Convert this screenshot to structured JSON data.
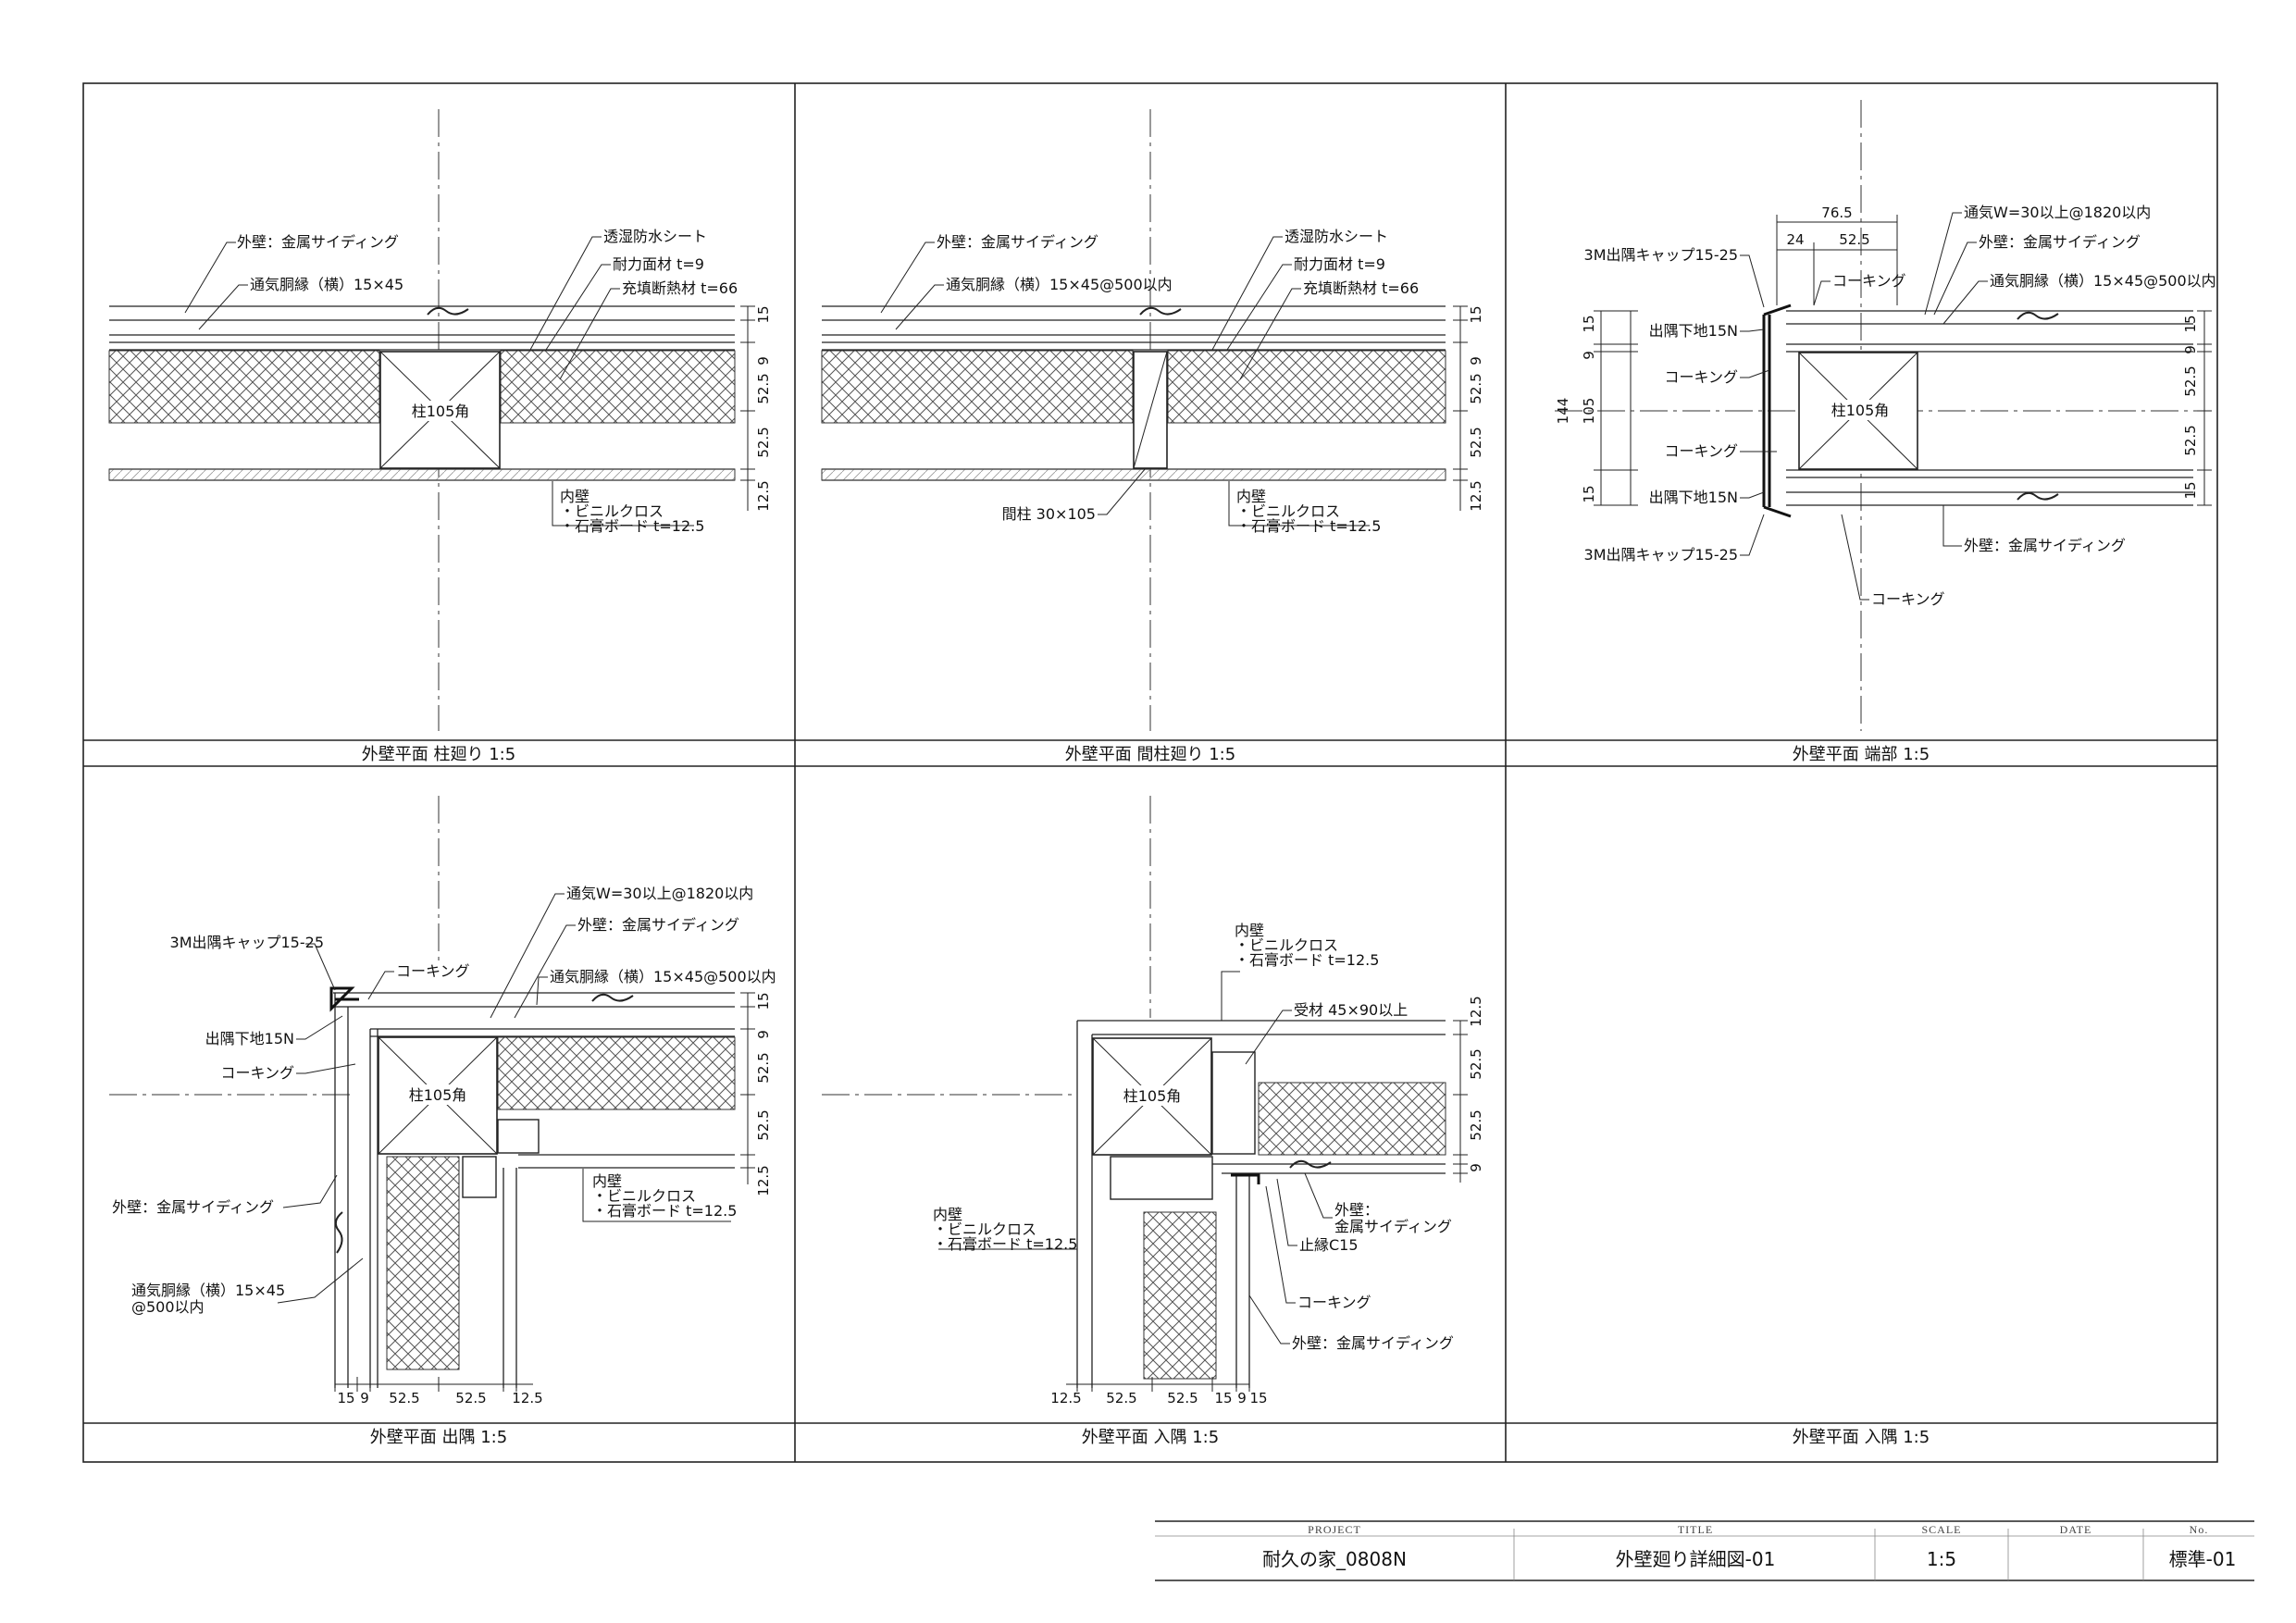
{
  "panels": [
    {
      "caption": "外壁平面 柱廻り 1:5",
      "labels": [
        "外壁：金属サイディング",
        "通気胴縁（横）15×45",
        "透湿防水シート",
        "耐力面材 t=9",
        "充填断熱材 t=66",
        "柱105角",
        "内壁",
        "・ビニルクロス",
        "・石膏ボード t=12.5"
      ],
      "dims": [
        "15",
        "9",
        "52.5",
        "52.5",
        "12.5"
      ]
    },
    {
      "caption": "外壁平面 間柱廻り 1:5",
      "labels": [
        "外壁：金属サイディング",
        "通気胴縁（横）15×45@500以内",
        "透湿防水シート",
        "耐力面材 t=9",
        "充填断熱材 t=66",
        "間柱 30×105",
        "内壁",
        "・ビニルクロス",
        "・石膏ボード t=12.5"
      ],
      "dims": [
        "15",
        "9",
        "52.5",
        "52.5",
        "12.5"
      ]
    },
    {
      "caption": "外壁平面 端部 1:5",
      "labels": [
        "3M出隅キャップ15-25",
        "出隅下地15N",
        "コーキング",
        "コーキング",
        "出隅下地15N",
        "3M出隅キャップ15-25",
        "コーキング",
        "コーキング",
        "通気W=30以上@1820以内",
        "外壁：金属サイディング",
        "通気胴縁（横）15×45@500以内",
        "柱105角",
        "外壁：金属サイディング"
      ],
      "dims": [
        "76.5",
        "24",
        "52.5",
        "15",
        "9",
        "144",
        "105",
        "15",
        "15",
        "9",
        "52.5",
        "52.5",
        "15"
      ]
    },
    {
      "caption": "外壁平面 出隅 1:5",
      "labels": [
        "3M出隅キャップ15-25",
        "コーキング",
        "出隅下地15N",
        "コーキング",
        "通気W=30以上@1820以内",
        "外壁：金属サイディング",
        "通気胴縁（横）15×45@500以内",
        "柱105角",
        "内壁",
        "・ビニルクロス",
        "・石膏ボード t=12.5",
        "外壁：金属サイディング",
        "通気胴縁（横）15×45",
        "@500以内"
      ],
      "dims": [
        "15",
        "9",
        "52.5",
        "52.5",
        "12.5",
        "15",
        "9",
        "52.5",
        "52.5",
        "12.5"
      ]
    },
    {
      "caption": "外壁平面 入隅 1:5",
      "labels": [
        "内壁",
        "・ビニルクロス",
        "・石膏ボード t=12.5",
        "受材 45×90以上",
        "柱105角",
        "内壁",
        "・ビニルクロス",
        "・石膏ボード t=12.5",
        "外壁：",
        "金属サイディング",
        "止縁C15",
        "コーキング",
        "外壁：金属サイディング"
      ],
      "dims": [
        "12.5",
        "52.5",
        "52.5",
        "15",
        "9",
        "12.5",
        "52.5",
        "52.5",
        "9",
        "15"
      ]
    },
    {
      "caption": "外壁平面 入隅 1:5",
      "labels": [],
      "dims": []
    }
  ],
  "title_block": {
    "headers": [
      "PROJECT",
      "TITLE",
      "SCALE",
      "DATE",
      "No."
    ],
    "project": "耐久の家_0808N",
    "title": "外壁廻り詳細図-01",
    "scale": "1:5",
    "date": "",
    "number": "標準-01"
  }
}
